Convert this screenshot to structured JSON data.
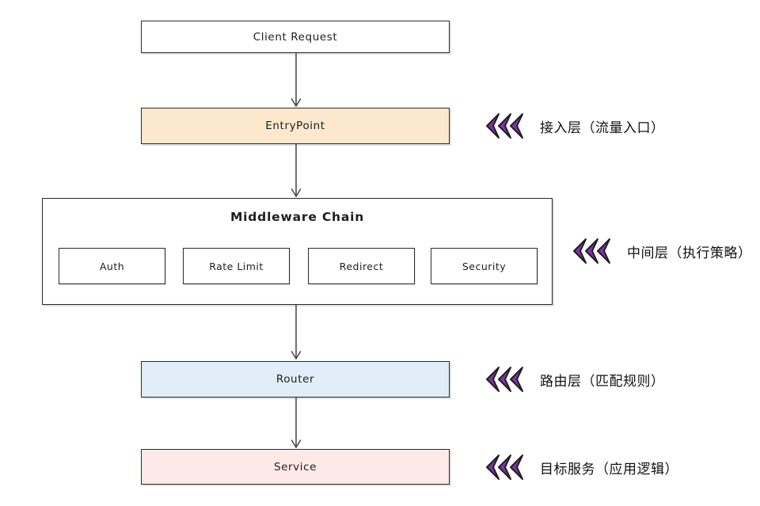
{
  "diagram": {
    "nodes": {
      "client_request": {
        "label": "Client Request",
        "fill": "#ffffff"
      },
      "entrypoint": {
        "label": "EntryPoint",
        "fill": "#fce8cd"
      },
      "middleware_chain": {
        "label": "Middleware Chain",
        "children": [
          "Auth",
          "Rate Limit",
          "Redirect",
          "Security"
        ]
      },
      "router": {
        "label": "Router",
        "fill": "#e1eefa"
      },
      "service": {
        "label": "Service",
        "fill": "#fdeae8"
      }
    },
    "annotations": [
      {
        "label": "接入层（流量入口）"
      },
      {
        "label": "中间层（执行策略）"
      },
      {
        "label": "路由层（匹配规则）"
      },
      {
        "label": "目标服务（应用逻辑）"
      }
    ],
    "colors": {
      "chevron": "#7e32a8",
      "stroke": "#2b2b2b",
      "arrow": "#4d4d4d"
    }
  }
}
